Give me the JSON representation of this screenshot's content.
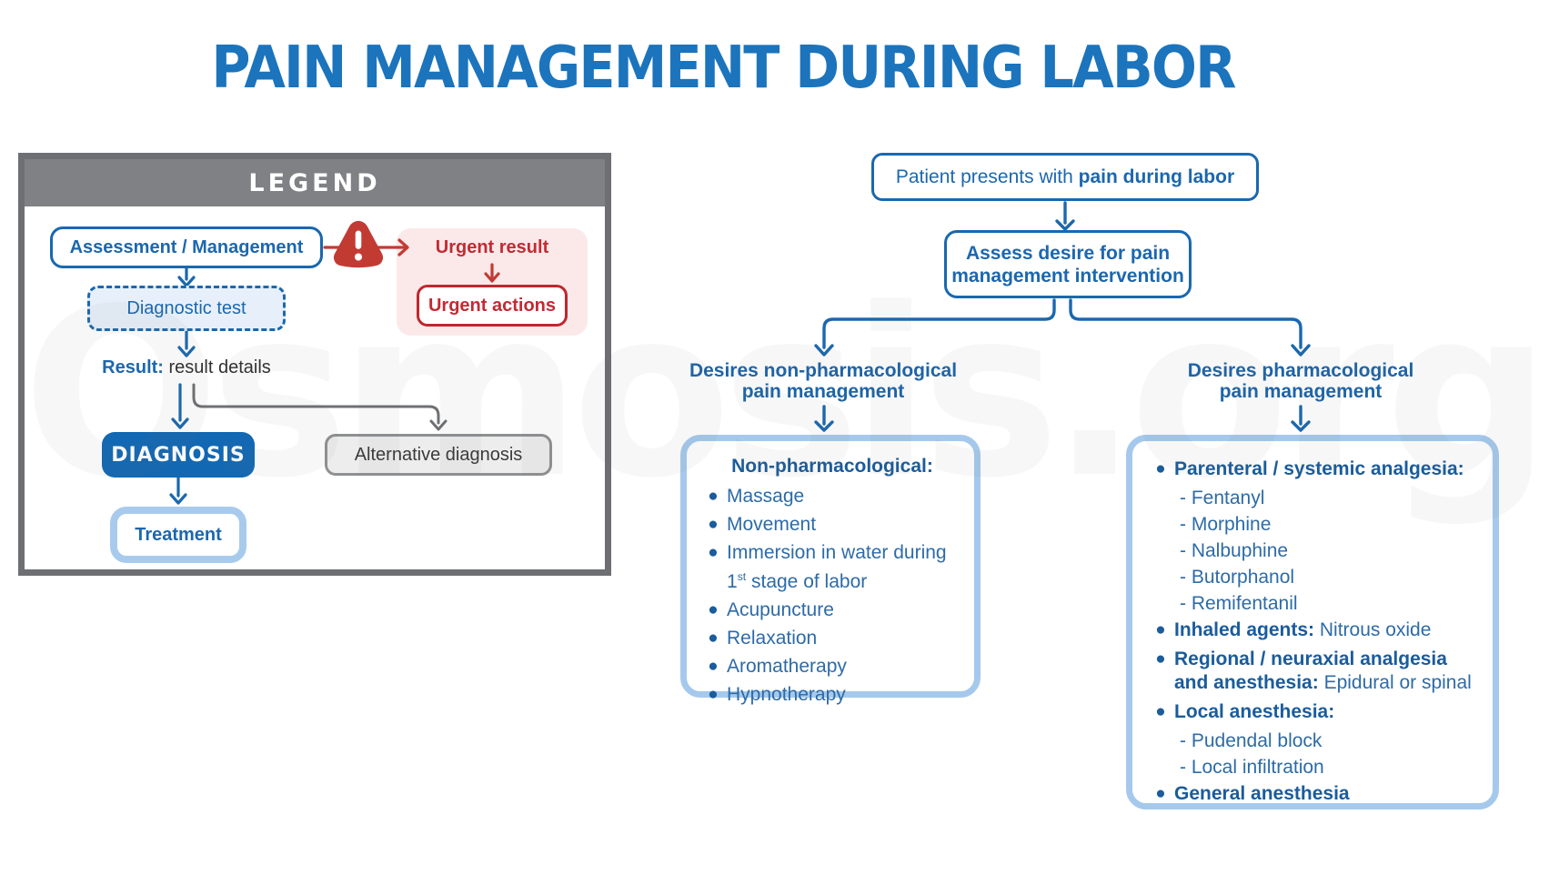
{
  "title": "PAIN MANAGEMENT DURING LABOR",
  "watermark": "Osmosis.org",
  "colors": {
    "accent_blue": "#1a68ae",
    "title_blue": "#1b74bc",
    "diagnosis_fill": "#1268b2",
    "light_blue_border": "#a5c9ec",
    "red": "#c23b33",
    "pink_bg": "#fbe9ea",
    "legend_gray": "#7f8184"
  },
  "legend": {
    "header": "LEGEND",
    "assessment": "Assessment / Management",
    "urgent_result": "Urgent result",
    "urgent_actions": "Urgent actions",
    "diagnostic_test": "Diagnostic test",
    "result_label": "Result:",
    "result_value": " result details",
    "diagnosis": "DIAGNOSIS",
    "alternative": "Alternative diagnosis",
    "treatment": "Treatment"
  },
  "flowchart": {
    "start_prefix": "Patient presents with ",
    "start_bold": "pain during labor",
    "assess_line1": "Assess desire for pain",
    "assess_line2": "management intervention",
    "left_branch": {
      "label_line1": "Desires non-pharmacological",
      "label_line2": "pain management",
      "box_title": "Non-pharmacological:",
      "items": [
        {
          "text": "Massage"
        },
        {
          "text": "Movement"
        },
        {
          "pre": "Immersion in water during 1",
          "sup": "st",
          "post": " stage of labor"
        },
        {
          "text": "Acupuncture"
        },
        {
          "text": "Relaxation"
        },
        {
          "text": "Aromatherapy"
        },
        {
          "text": "Hypnotherapy"
        }
      ]
    },
    "right_branch": {
      "label_line1": "Desires pharmacological",
      "label_line2": "pain management",
      "items": [
        {
          "bold": "Parenteral / systemic analgesia:",
          "subs": [
            "Fentanyl",
            "Morphine",
            "Nalbuphine",
            "Butorphanol",
            "Remifentanil"
          ]
        },
        {
          "bold": "Inhaled agents:",
          "text": " Nitrous oxide"
        },
        {
          "bold": "Regional / neuraxial analgesia and anesthesia:",
          "text": " Epidural or spinal"
        },
        {
          "bold": "Local anesthesia:",
          "subs": [
            "Pudendal block",
            "Local infiltration"
          ]
        },
        {
          "bold": "General anesthesia"
        }
      ]
    }
  }
}
